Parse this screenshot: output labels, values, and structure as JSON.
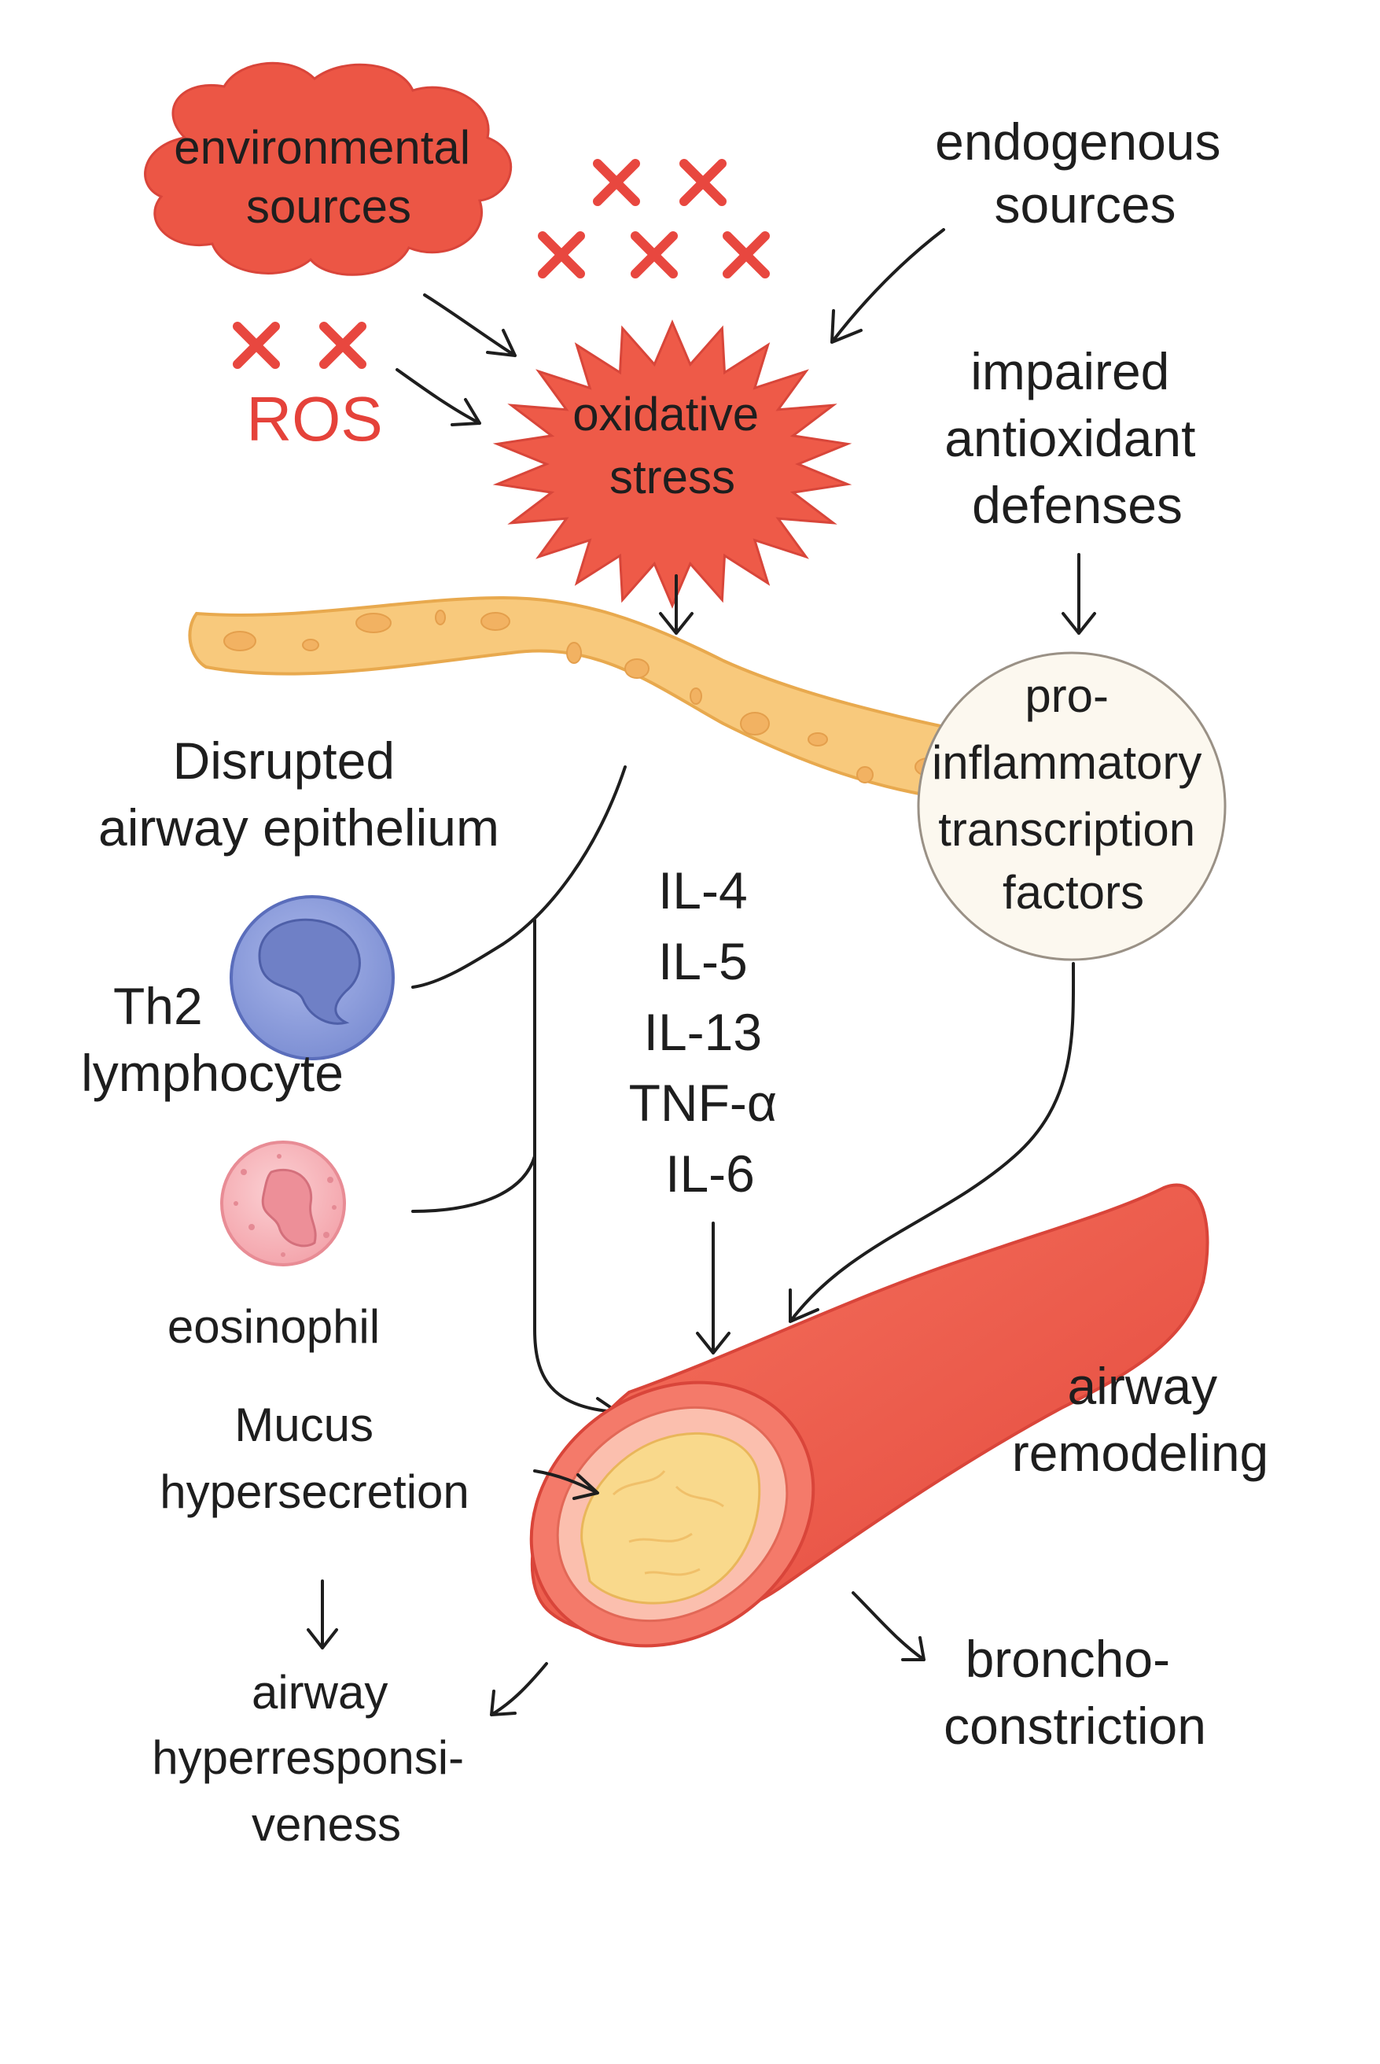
{
  "labels": {
    "environmental": [
      "environmental",
      "sources"
    ],
    "endogenous": [
      "endogenous",
      "sources"
    ],
    "ros": "ROS",
    "oxidative": [
      "oxidative",
      "stress"
    ],
    "impaired": [
      "impaired",
      "antioxidant",
      "defenses"
    ],
    "pro_inflammatory": [
      "pro-",
      "inflammatory",
      "transcription",
      "factors"
    ],
    "disrupted": [
      "Disrupted",
      "airway epithelium"
    ],
    "th2": [
      "Th2",
      "lymphocyte"
    ],
    "eosinophil": "eosinophil",
    "cytokines": [
      "IL-4",
      "IL-5",
      "IL-13",
      "TNF-α",
      "IL-6"
    ],
    "mucus": [
      "Mucus",
      "hypersecretion"
    ],
    "airway_hyper": [
      "airway",
      "hyperresponsi-",
      "veness"
    ],
    "remodeling": [
      "airway",
      "remodeling"
    ],
    "broncho": [
      "broncho-",
      "constriction"
    ]
  },
  "colors": {
    "red_accent": "#e8473f",
    "burst_fill": "#ee5a48",
    "epithelium_fill": "#f8c97c",
    "th2_fill": "#8e9fdc",
    "eosinophil_fill": "#f7b8bd",
    "airway_tube": "#f2614f",
    "lumen_fill": "#f9d98c",
    "circle_fill": "#fcf8ef"
  }
}
